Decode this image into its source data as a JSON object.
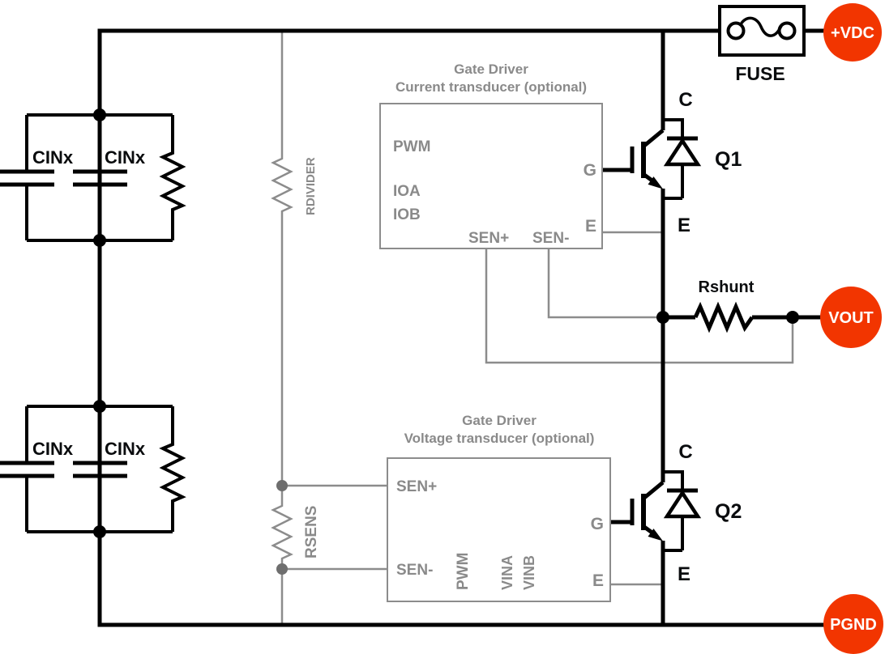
{
  "terminals": {
    "vdc": "+VDC",
    "vout": "VOUT",
    "pgnd": "PGND"
  },
  "fuse": {
    "label": "FUSE"
  },
  "cap_bank_top": {
    "cap_left": "CINx",
    "cap_right": "CINx"
  },
  "cap_bank_bottom": {
    "cap_left": "CINx",
    "cap_right": "CINx"
  },
  "resistors": {
    "rdivider": "RDIVIDER",
    "rsens": "RSENS",
    "rshunt": "Rshunt"
  },
  "gate_driver_top": {
    "title_line1": "Gate Driver",
    "title_line2": "Current transducer (optional)",
    "pin_pwm": "PWM",
    "pin_ioa": "IOA",
    "pin_iob": "IOB",
    "pin_sen_plus": "SEN+",
    "pin_sen_minus": "SEN-",
    "pin_g": "G",
    "pin_e": "E"
  },
  "gate_driver_bottom": {
    "title_line1": "Gate Driver",
    "title_line2": "Voltage transducer (optional)",
    "pin_sen_plus": "SEN+",
    "pin_sen_minus": "SEN-",
    "pin_pwm": "PWM",
    "pin_vina": "VINA",
    "pin_vinb": "VINB",
    "pin_g": "G",
    "pin_e": "E"
  },
  "igbt_q1": {
    "name": "Q1",
    "collector_label": "C",
    "emitter_label": "E"
  },
  "igbt_q2": {
    "name": "Q2",
    "collector_label": "C",
    "emitter_label": "E"
  },
  "colors": {
    "terminal_fill": "#F23500",
    "terminal_text": "#FFFFFF",
    "wire": "#000000",
    "sense_wire": "#8C8C8C",
    "label_gray": "#8A8A8A"
  }
}
